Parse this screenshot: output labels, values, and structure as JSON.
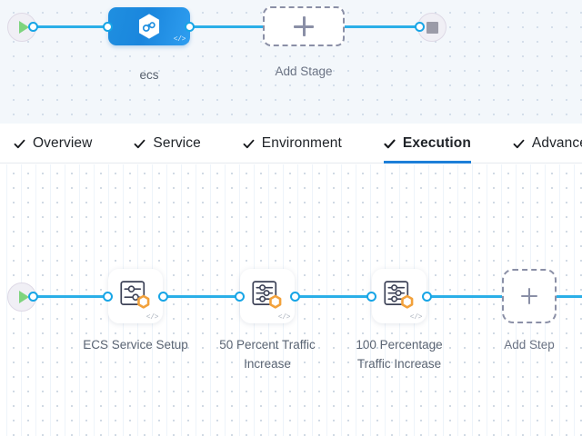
{
  "stage_canvas": {
    "start_node": {
      "icon": "play-icon",
      "name": "pipeline-start"
    },
    "end_node": {
      "icon": "stop-icon",
      "name": "pipeline-end"
    },
    "stages": [
      {
        "label": "ecs",
        "icon": "hexagon-link-icon",
        "code_badge": "</>",
        "selected": true
      }
    ],
    "add_stage": {
      "label": "Add Stage",
      "icon": "plus-icon"
    }
  },
  "tabs": {
    "items": [
      {
        "label": "Overview",
        "check": "check-icon",
        "active": false
      },
      {
        "label": "Service",
        "check": "check-icon",
        "active": false
      },
      {
        "label": "Environment",
        "check": "check-icon",
        "active": false
      },
      {
        "label": "Execution",
        "check": "check-icon",
        "active": true
      },
      {
        "label": "Advanced",
        "check": "check-icon",
        "active": false
      }
    ],
    "active_index": 3,
    "active_underline_color": "#1d7ed8"
  },
  "execution_canvas": {
    "start_node": {
      "icon": "play-icon",
      "name": "execution-start"
    },
    "steps": [
      {
        "label": "ECS Service Setup",
        "icon": "sliders-icon",
        "badge": "aws-hexagon-badge",
        "code_badge": "</>"
      },
      {
        "label": "50 Percent Traffic Increase",
        "icon": "sliders-icon",
        "badge": "aws-hexagon-badge",
        "code_badge": "</>"
      },
      {
        "label": "100 Percentage Traffic Increase",
        "icon": "sliders-icon",
        "badge": "aws-hexagon-badge",
        "code_badge": "</>"
      }
    ],
    "add_step": {
      "label": "Add Step",
      "icon": "plus-icon"
    }
  },
  "colors": {
    "connector": "#2bafe8",
    "port_ring": "#17a5e6",
    "stage_blue": "#1f8fe0",
    "tab_active": "#1d7ed8",
    "badge_orange": "#f2a13b",
    "icon_navy": "#3d4257",
    "play_green": "#7ed47e",
    "stop_gray": "#9b9ba8",
    "canvas_top_bg": "#f3f7fb",
    "canvas_bottom_bg": "#ffffff",
    "dashed_border": "#8a8fa6"
  }
}
